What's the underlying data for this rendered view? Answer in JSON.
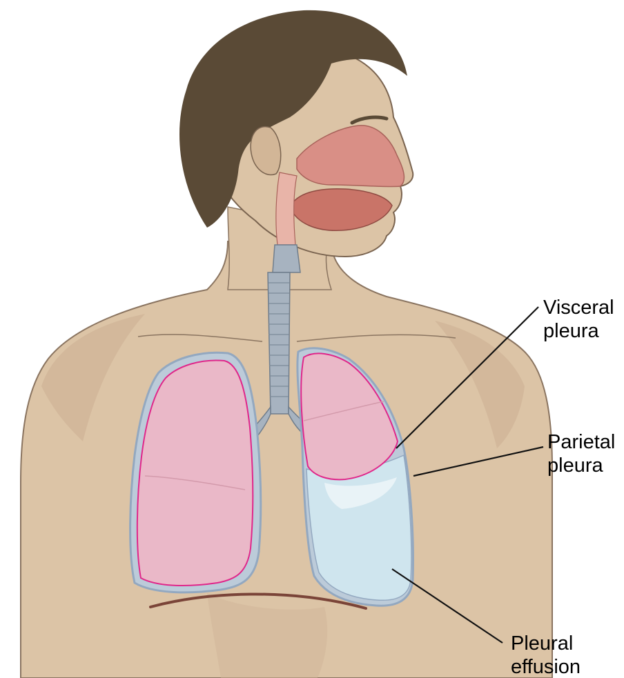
{
  "labels": {
    "visceral_pleura": [
      "Visceral",
      "pleura"
    ],
    "parietal_pleura": [
      "Parietal",
      "pleura"
    ],
    "pleural_effusion": [
      "Pleural",
      "effusion"
    ]
  },
  "colors": {
    "skin": "#dcc4a6",
    "skin_shadow": "#c9ad8d",
    "hair": "#5a4a36",
    "lung_fill": "#eab8c8",
    "lung_outline": "#e0268a",
    "pleura_outline": "#93a8c0",
    "trachea": "#97a4b3",
    "effusion": "#cfe5ee",
    "diaphragm": "#7a4438",
    "airway": "#d98f86",
    "leader_line": "#111111"
  }
}
